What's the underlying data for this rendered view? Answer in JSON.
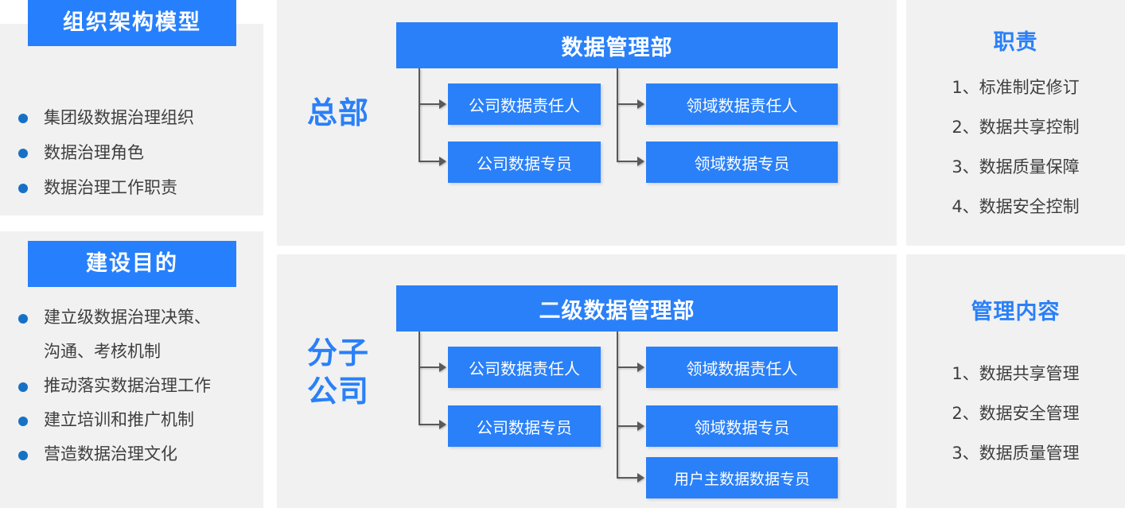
{
  "palette": {
    "accent_blue": "#2680fd",
    "node_blue": "#2a80f8",
    "panel_gray": "#f1f1f1",
    "text_gray": "#3e3e3e",
    "bullet_blue": "#1671c6",
    "connector_gray": "#595959"
  },
  "left_column": {
    "org_model": {
      "title": "组织架构模型",
      "items": [
        "集团级数据治理组织",
        "数据治理角色",
        "数据治理工作职责"
      ]
    },
    "build_goal": {
      "title": "建设目的",
      "items": [
        "建立级数据治理决策、\n沟通、考核机制",
        "推动落实数据治理工作",
        "建立培训和推广机制",
        "营造数据治理文化"
      ]
    }
  },
  "center_column": {
    "hq": {
      "side_label": "总部",
      "head": "数据管理部",
      "left_children": [
        "公司数据责任人",
        "公司数据专员"
      ],
      "right_children": [
        "领域数据责任人",
        "领域数据专员"
      ]
    },
    "branch": {
      "side_label": "分子\n公司",
      "head": "二级数据管理部",
      "left_children": [
        "公司数据责任人",
        "公司数据专员"
      ],
      "right_children": [
        "领域数据责任人",
        "领域数据专员",
        "用户主数据数据专员"
      ]
    }
  },
  "right_column": {
    "duty": {
      "title": "职责",
      "items": [
        "1、标准制定修订",
        "2、数据共享控制",
        "3、数据质量保障",
        "4、数据安全控制"
      ]
    },
    "management_content": {
      "title": "管理内容",
      "items": [
        "1、数据共享管理",
        "2、数据安全管理",
        "3、数据质量管理"
      ]
    }
  }
}
